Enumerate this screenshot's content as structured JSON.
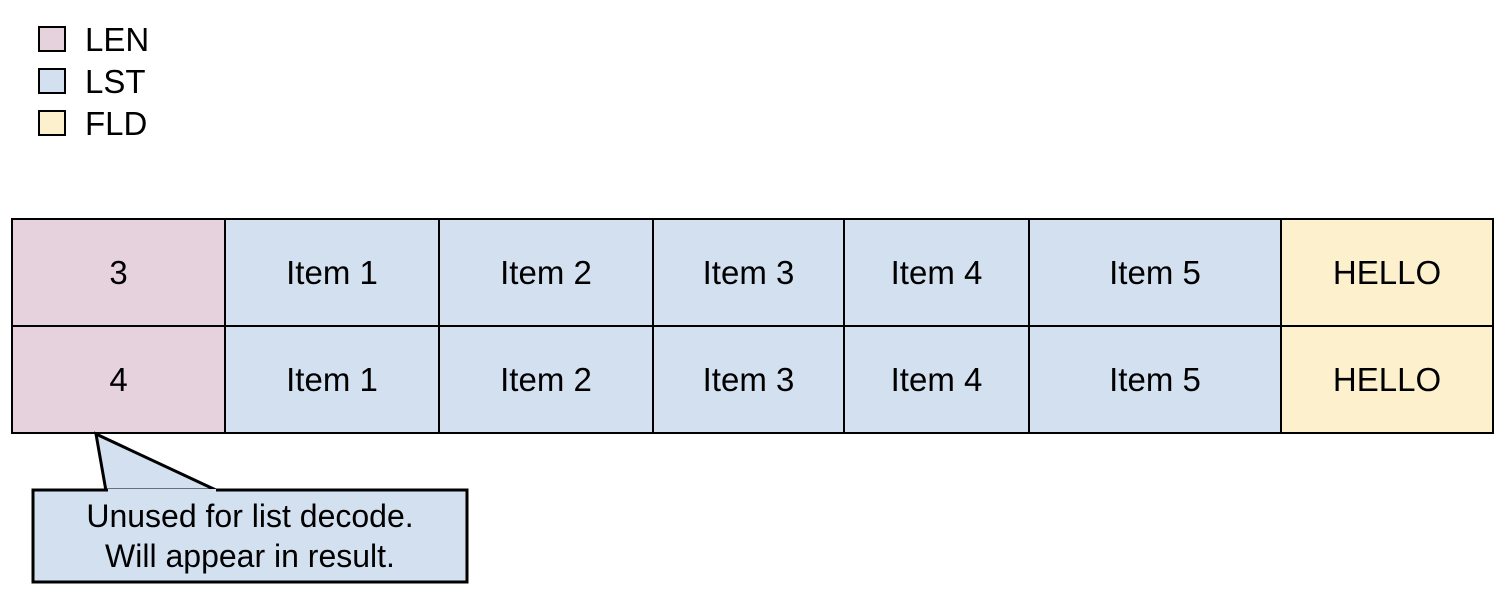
{
  "legend": {
    "items": [
      {
        "label": "LEN",
        "color": "#e5d2dd",
        "swatch_name": "len-swatch"
      },
      {
        "label": "LST",
        "color": "#d3e0f0",
        "swatch_name": "lst-swatch"
      },
      {
        "label": "FLD",
        "color": "#fdf0cd",
        "swatch_name": "fld-swatch"
      }
    ]
  },
  "table": {
    "rows": [
      {
        "len": "3",
        "items": [
          "Item 1",
          "Item 2",
          "Item 3",
          "Item 4",
          "Item 5"
        ],
        "fld": "HELLO"
      },
      {
        "len": "4",
        "items": [
          "Item 1",
          "Item 2",
          "Item 3",
          "Item 4",
          "Item 5"
        ],
        "fld": "HELLO"
      }
    ]
  },
  "callout": {
    "line1": "Unused for list decode.",
    "line2": "Will appear in result.",
    "fill": "#d3e0f0",
    "stroke": "#000000"
  }
}
